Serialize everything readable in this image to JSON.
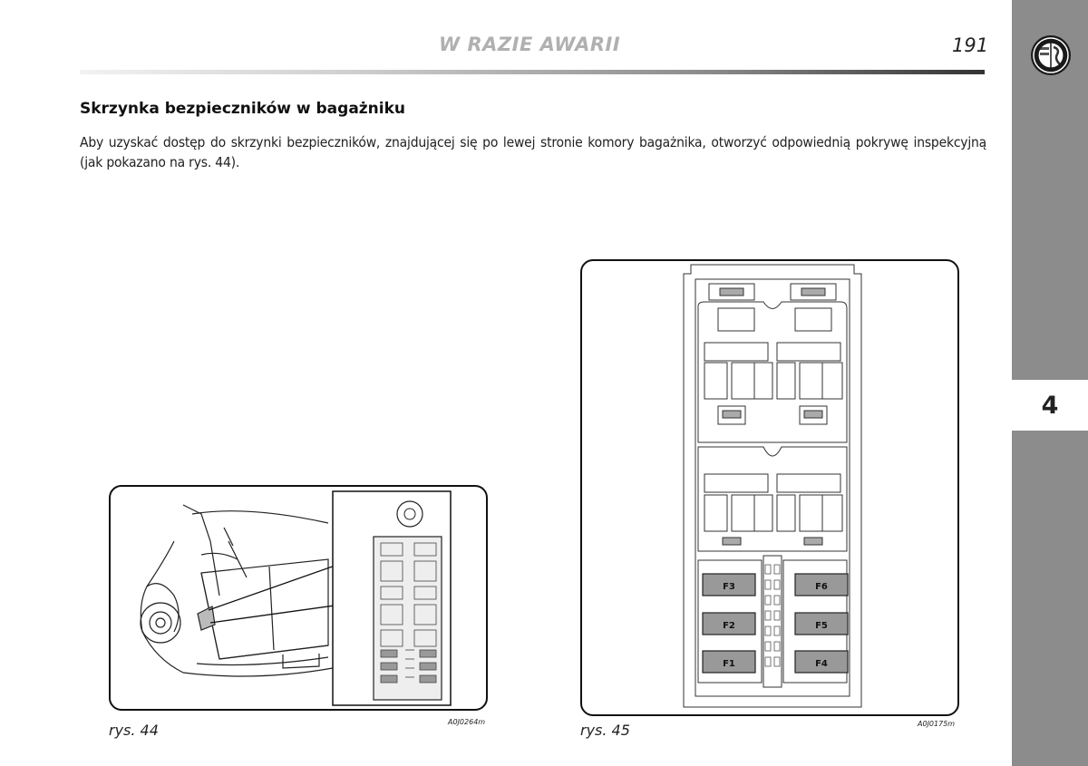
{
  "header": {
    "section_title": "W RAZIE AWARII",
    "page_number": "191"
  },
  "side_tab": {
    "chapter_number": "4",
    "logo_icon": "alfa-romeo-badge-icon",
    "colors": {
      "tab": "#8c8c8c",
      "box": "#ffffff"
    }
  },
  "content": {
    "heading": "Skrzynka bezpieczników w bagażniku",
    "paragraph": "Aby uzyskać dostęp do skrzynki bezpieczników, znajdującej się po lewej stronie komory bagażnika, otworzyć odpowiednią pokrywę inspekcyjną (jak pokazano na rys. 44)."
  },
  "figures": [
    {
      "caption": "rys. 44",
      "code": "A0J0264m"
    },
    {
      "caption": "rys. 45",
      "code": "A0J0175m",
      "fuses_left": [
        "F3",
        "F2",
        "F1"
      ],
      "fuses_right": [
        "F6",
        "F5",
        "F4"
      ]
    }
  ]
}
